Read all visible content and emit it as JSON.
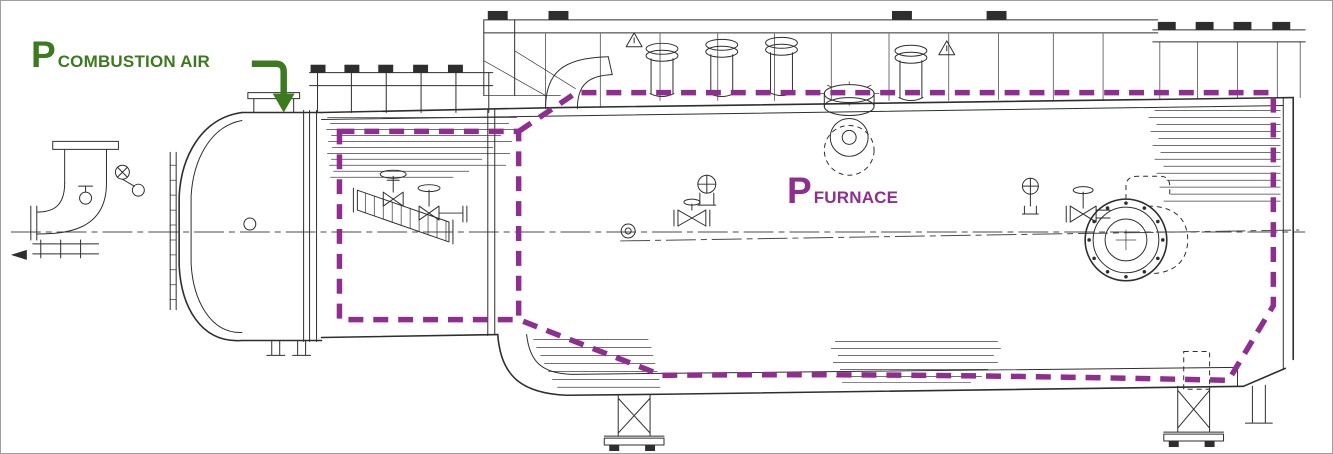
{
  "diagram": {
    "colors": {
      "line": "#2e2e2e",
      "green": "#3d7a1f",
      "purple": "#8e2f90",
      "background": "#ffffff",
      "border": "#9e9e9e"
    },
    "labels": {
      "combustion_air": {
        "symbol": "P",
        "subscript": "COMBUSTION AIR"
      },
      "furnace": {
        "symbol": "P",
        "subscript": "FURNACE"
      }
    },
    "icons": {
      "combustion_air_arrow": "down-elbow-arrow",
      "warning_triangle": "hazard-triangle"
    }
  }
}
